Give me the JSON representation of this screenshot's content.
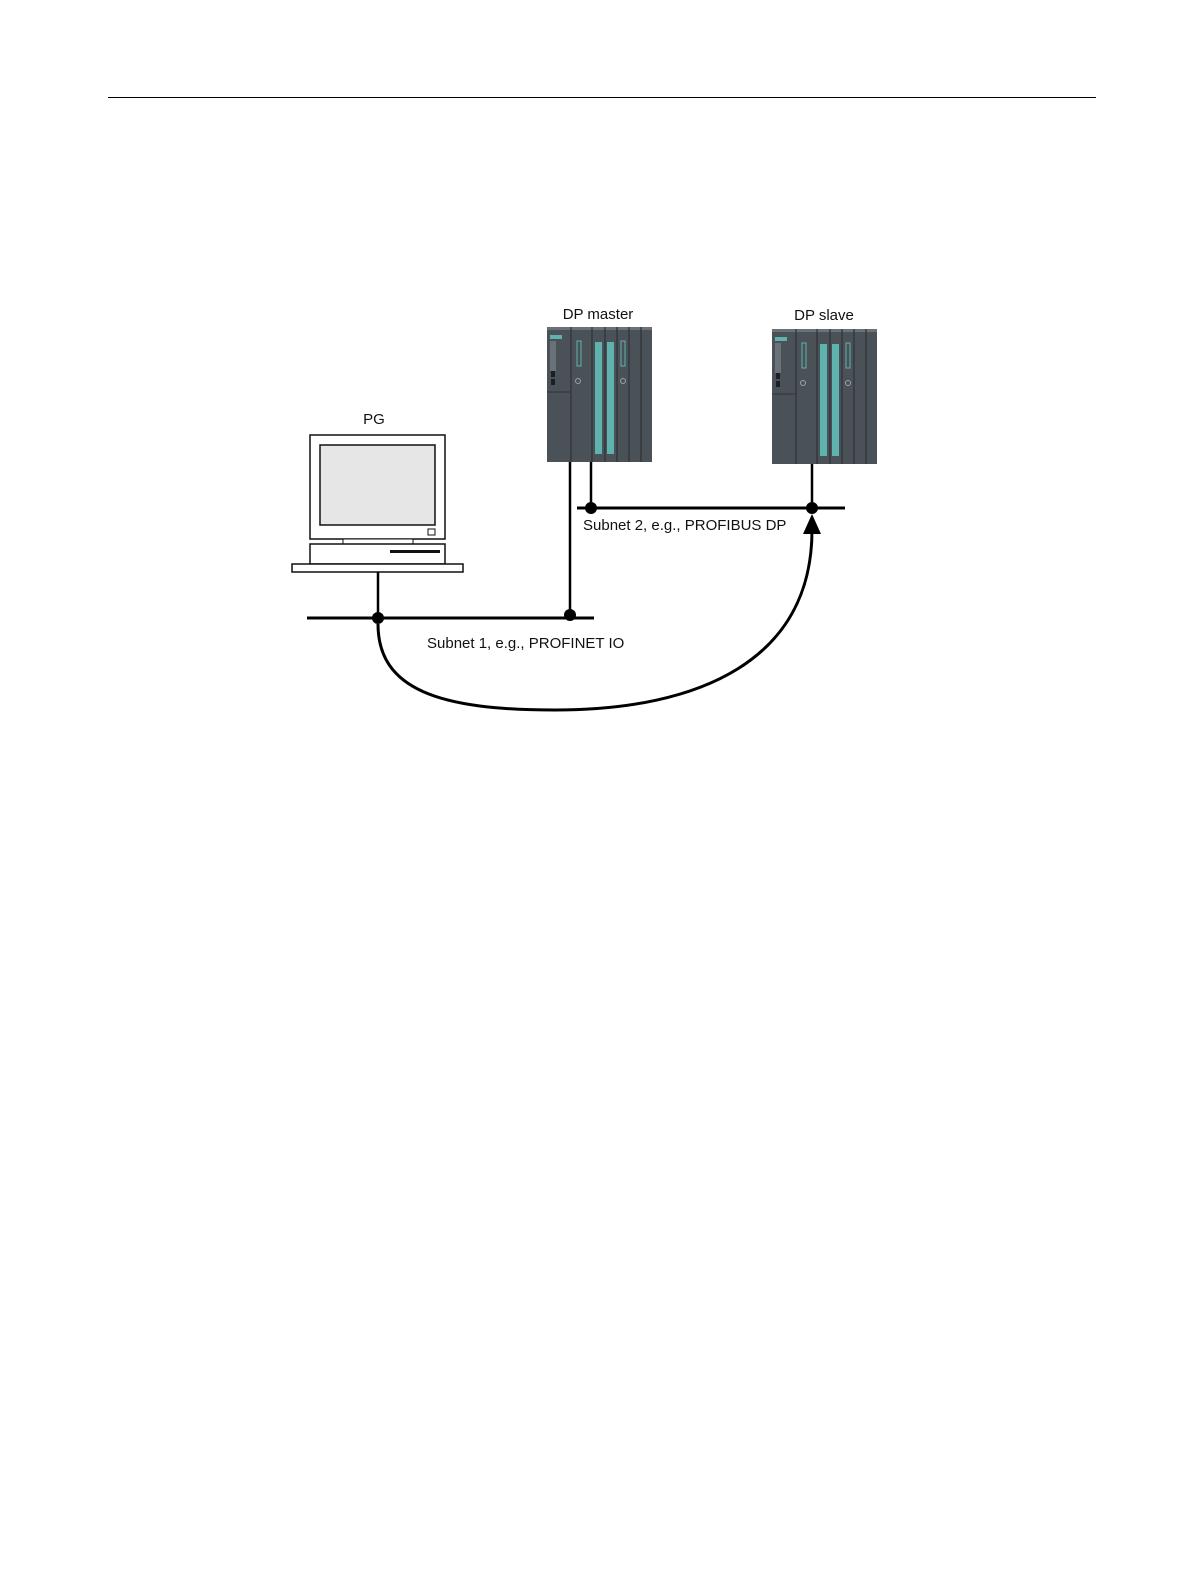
{
  "labels": {
    "pg": "PG",
    "dp_master": "DP master",
    "dp_slave": "DP slave",
    "subnet1": "Subnet 1, e.g., PROFINET IO",
    "subnet2": "Subnet 2, e.g., PROFIBUS DP"
  },
  "icons": {
    "pg": "computer-icon",
    "dp_master": "plc-rack-icon",
    "dp_slave": "plc-rack-icon"
  },
  "colors": {
    "line": "#000000",
    "plc_body": "#4a5157",
    "plc_accent": "#5fb3ae",
    "monitor_screen": "#e6e6e6"
  }
}
